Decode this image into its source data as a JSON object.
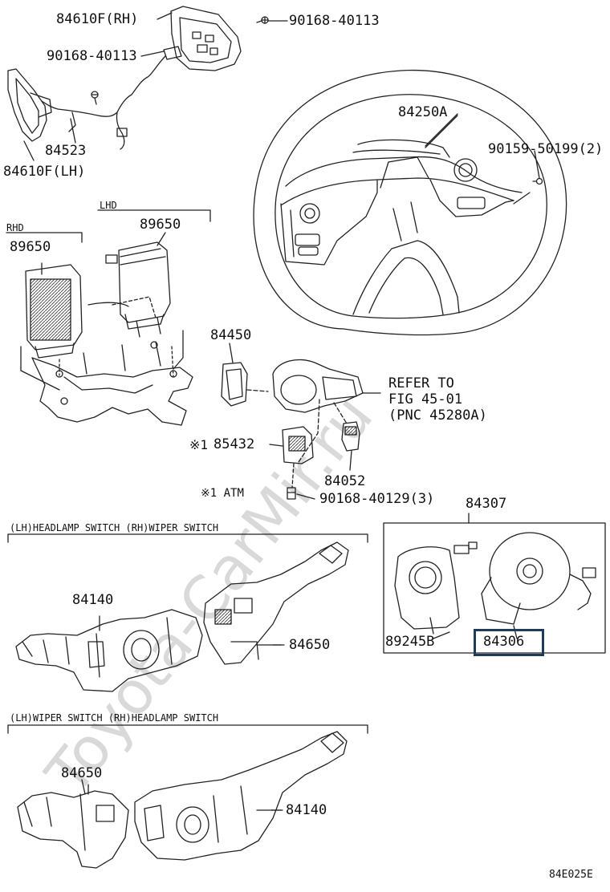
{
  "colors": {
    "line": "#222222",
    "highlight": "#1f3a5a",
    "watermark": "#d9d9d9"
  },
  "watermark": "Toyota-CarMir.ru",
  "labels": {
    "p84610f_rh": "84610F(RH)",
    "p90168_top": "90168-40113",
    "p90168_left": "90168-40113",
    "p84523": "84523",
    "p84610f_lh": "84610F(LH)",
    "p84250a": "84250A",
    "p90159": "90159-50199(2)",
    "lhd": "LHD",
    "rhd": "RHD",
    "p89650_lhd": "89650",
    "p89650_rhd": "89650",
    "p84450": "84450",
    "refer1": "REFER TO",
    "refer2": "FIG 45-01",
    "refer3": "(PNC 45280A)",
    "p85432_mark": "※1",
    "p85432": "85432",
    "p84052": "84052",
    "atm": "※1 ATM",
    "p90168_bottom": "90168-40129(3)",
    "p84307": "84307",
    "p89245b": "89245B",
    "p84306": "84306",
    "group1_title": "(LH)HEADLAMP SWITCH  (RH)WIPER SWITCH",
    "p84140_a": "84140",
    "p84650_a": "84650",
    "group2_title": "(LH)WIPER SWITCH  (RH)HEADLAMP SWITCH",
    "p84650_b": "84650",
    "p84140_b": "84140",
    "code": "84E025E"
  }
}
